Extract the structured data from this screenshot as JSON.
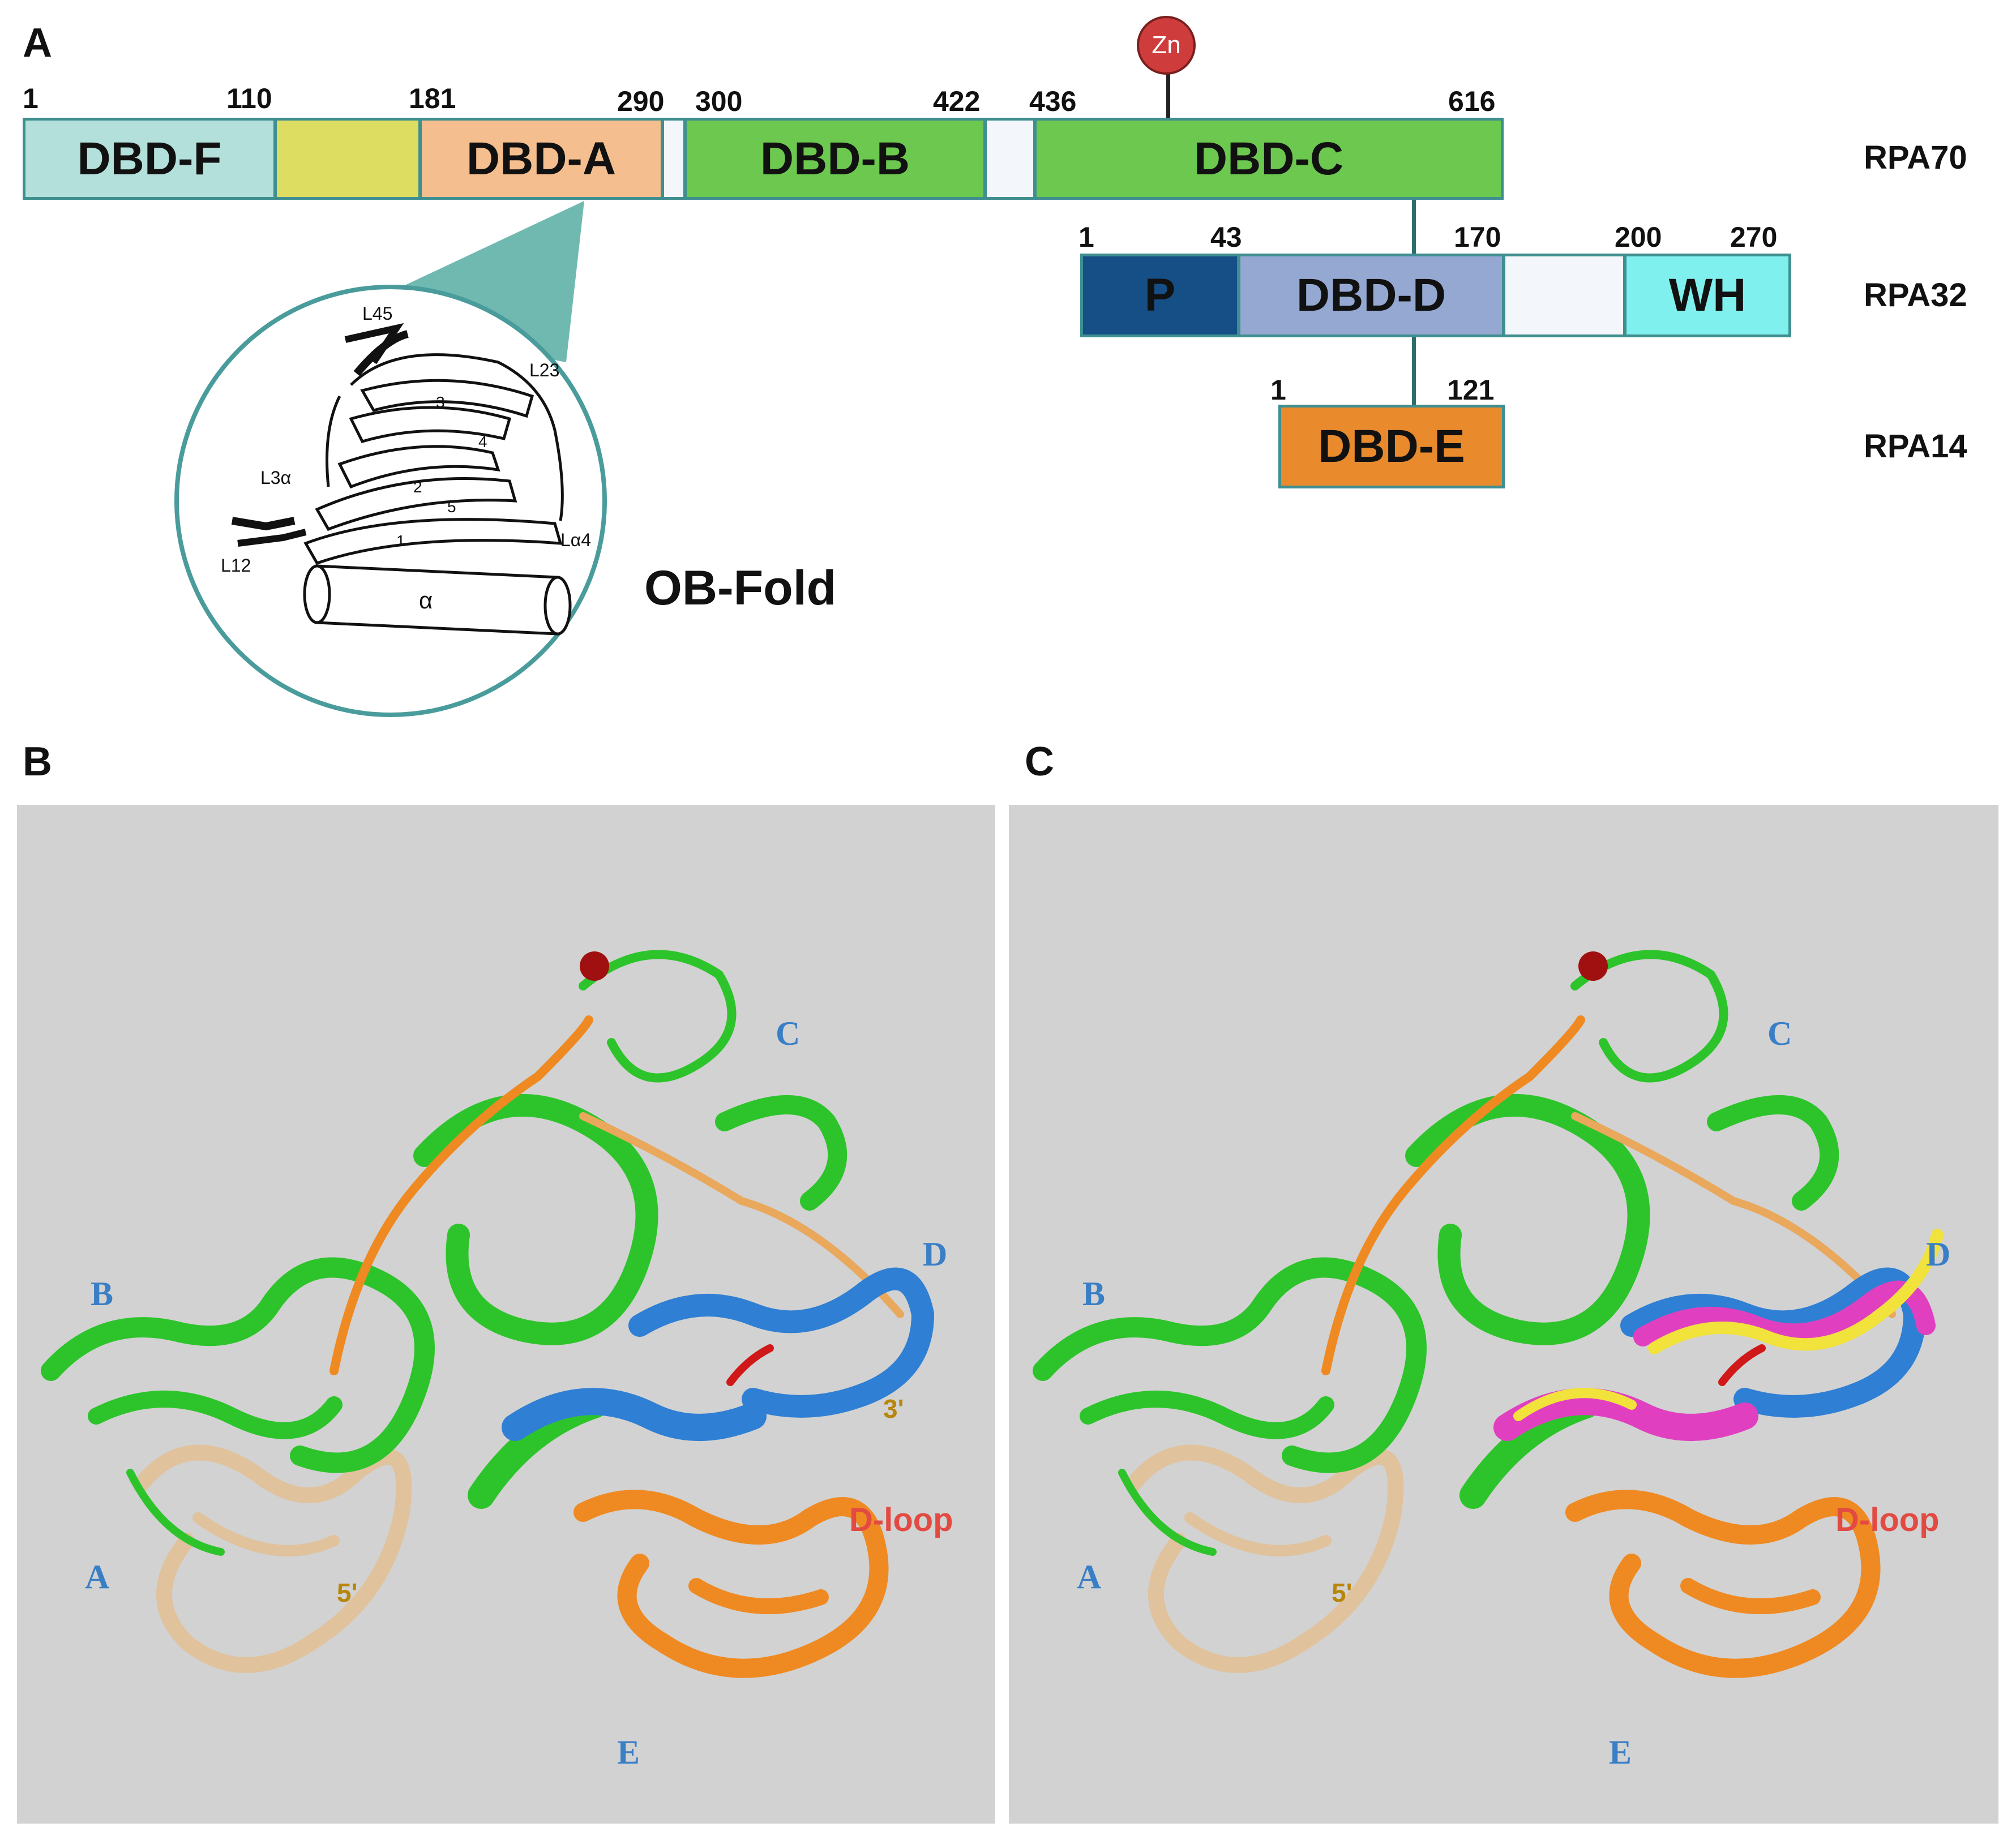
{
  "panels": {
    "a": "A",
    "b": "B",
    "c": "C"
  },
  "rpa70": {
    "name": "RPA70",
    "domains": [
      "DBD-F",
      "DBD-A",
      "DBD-B",
      "DBD-C"
    ],
    "numbers": [
      "1",
      "110",
      "181",
      "290",
      "300",
      "422",
      "436",
      "616"
    ],
    "zn": "Zn"
  },
  "rpa32": {
    "name": "RPA32",
    "domains": [
      "P",
      "DBD-D",
      "WH"
    ],
    "numbers": [
      "1",
      "43",
      "170",
      "200",
      "270"
    ]
  },
  "rpa14": {
    "name": "RPA14",
    "domains": [
      "DBD-E"
    ],
    "numbers": [
      "1",
      "121"
    ]
  },
  "obfold": {
    "title": "OB-Fold",
    "strands": [
      "1",
      "2",
      "3",
      "4",
      "5"
    ],
    "loops": [
      "L45",
      "L23",
      "L3α",
      "L12",
      "Lα4"
    ],
    "helix": "α"
  },
  "structure_labels": {
    "a": "A",
    "b": "B",
    "c": "C",
    "d": "D",
    "e": "E",
    "dloop": "D-loop",
    "three_prime": "3'",
    "five_prime": "5'"
  },
  "colors": {
    "dbd_f": "#b3e0da",
    "linker_yellow": "#dddd62",
    "dbd_a": "#f5be8e",
    "green": "#6cc84f",
    "linker_light": "#f3f6fa",
    "p": "#154f86",
    "dbd_d": "#95a8d2",
    "wh": "#7ff0ee",
    "dbd_e": "#e98a2d",
    "structure_green": "#2dc42b",
    "structure_blue": "#2f7fd4",
    "structure_orange": "#ef8a22",
    "structure_tan": "#e0c29c",
    "structure_magenta": "#e040c0",
    "structure_yellow": "#f2e23c",
    "zn_sphere": "#a01010"
  }
}
